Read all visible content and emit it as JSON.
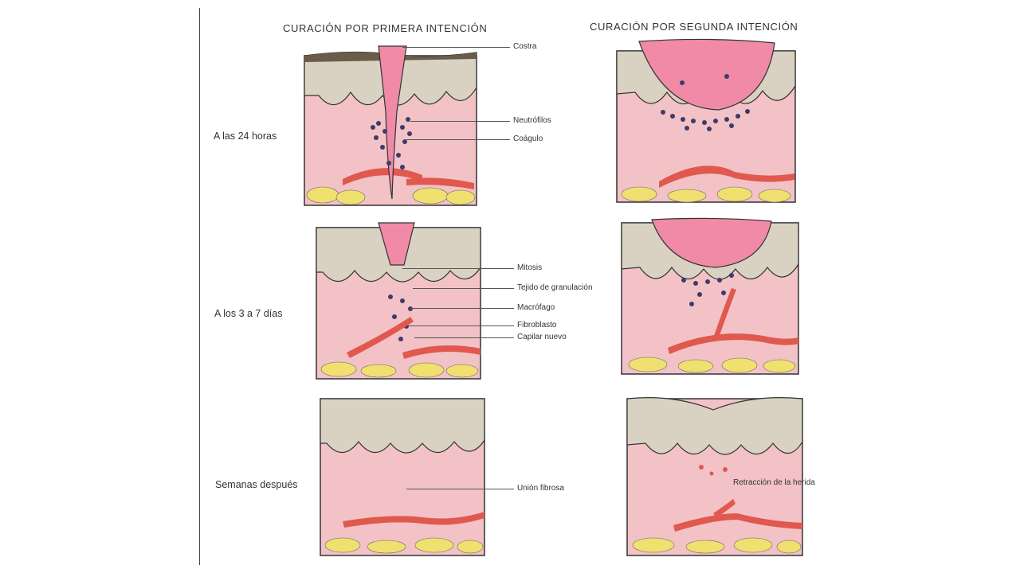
{
  "headings": {
    "primary": "CURACIÓN POR PRIMERA INTENCIÓN",
    "secondary": "CURACIÓN POR SEGUNDA INTENCIÓN"
  },
  "rows": {
    "r1": "A las 24 horas",
    "r2": "A los 3 a 7 días",
    "r3": "Semanas después"
  },
  "labels": {
    "costra": "Costra",
    "neutrofilos": "Neutrófilos",
    "coagulo": "Coágulo",
    "mitosis": "Mitosis",
    "granulacion": "Tejido de granulación",
    "macrofago": "Macrófago",
    "fibroblasto": "Fibroblasto",
    "capilar": "Capilar nuevo",
    "union": "Unión fibrosa",
    "retraccion": "Retracción de la herida"
  },
  "colors": {
    "dermis": "#f2c2c6",
    "epidermis": "#d9d2c2",
    "scab": "#f08aa6",
    "fat": "#f0e070",
    "vessel": "#e0584e",
    "cell": "#3c3c6a"
  }
}
